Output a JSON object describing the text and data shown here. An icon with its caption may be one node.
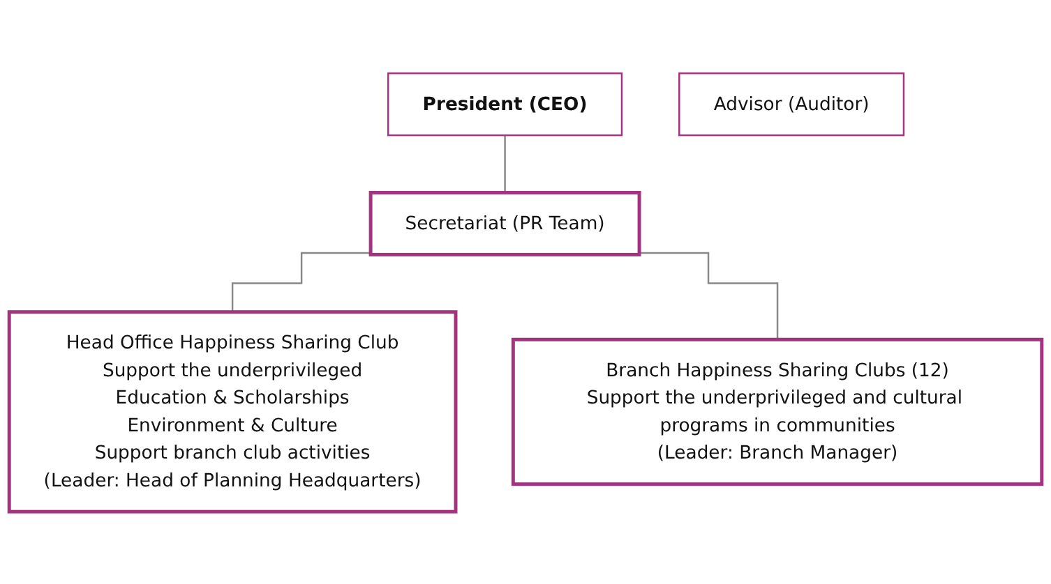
{
  "diagram": {
    "nodes": [
      {
        "text": [
          "President (CEO)"
        ]
      },
      {
        "text": [
          "Advisor (Auditor)"
        ]
      },
      {
        "text": [
          "Secretariat (PR Team)"
        ]
      },
      {
        "text": [
          "Head Office Happiness Sharing Club",
          "Support the underprivileged",
          "Education & Scholarships",
          "Environment & Culture",
          "Support branch club activities",
          "(Leader: Head of Planning Headquarters)"
        ]
      },
      {
        "text": [
          "Branch Happiness Sharing Clubs (12)",
          "Support the underprivileged and cultural programs in communities",
          "(Leader: Branch Manager)"
        ]
      }
    ],
    "edges": [
      {
        "from": 0,
        "to": 2,
        "arrow": "none"
      },
      {
        "from": 2,
        "to": 3,
        "arrow": "none"
      },
      {
        "from": 2,
        "to": 4,
        "arrow": "none"
      }
    ]
  }
}
